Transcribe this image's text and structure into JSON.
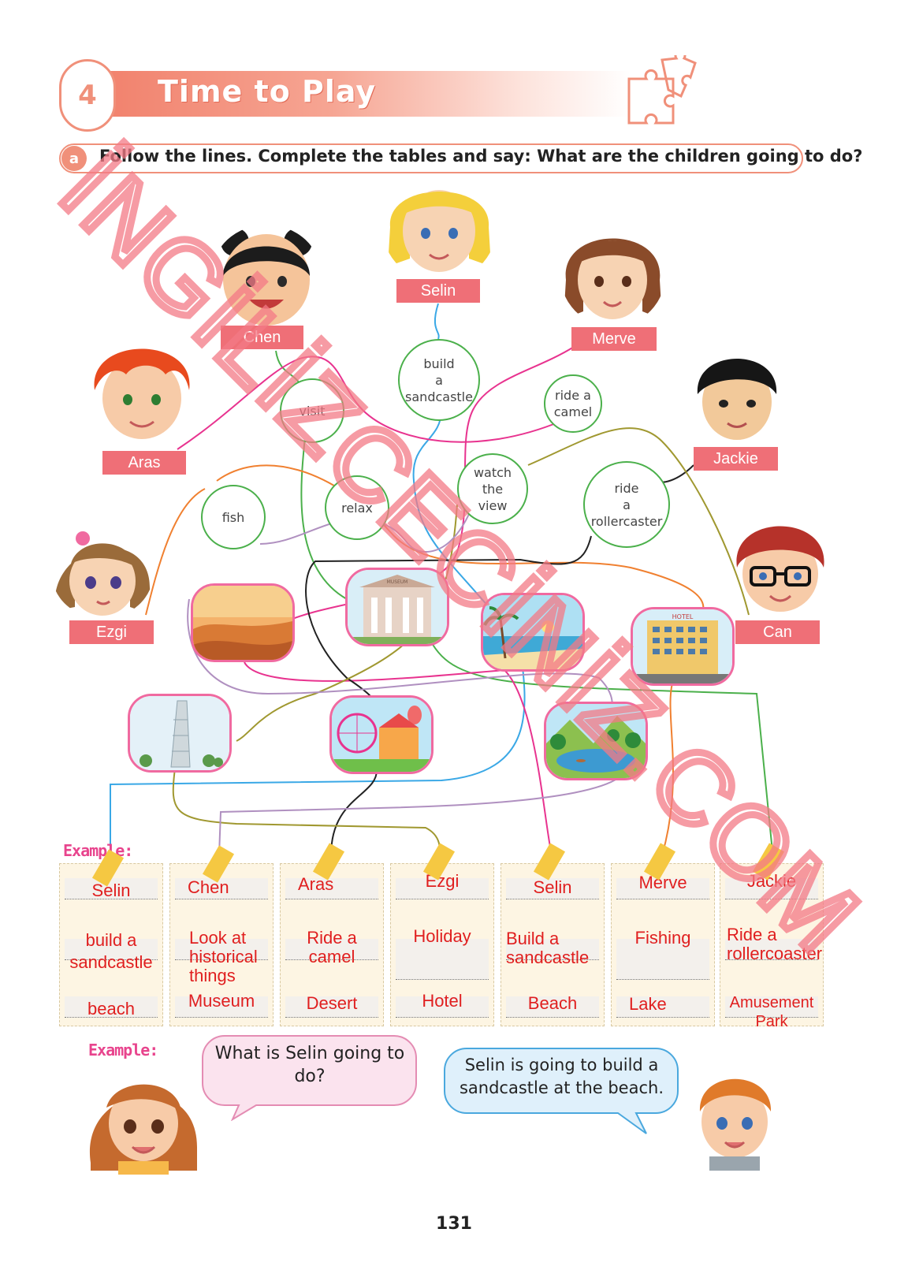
{
  "header": {
    "unit_number": "4",
    "title": "Time to Play"
  },
  "instruction": {
    "letter": "a",
    "text": "Follow the lines. Complete the tables and say: What are the children going to do?"
  },
  "children": [
    {
      "id": "chen",
      "name": "Chen"
    },
    {
      "id": "selin",
      "name": "Selin"
    },
    {
      "id": "merve",
      "name": "Merve"
    },
    {
      "id": "aras",
      "name": "Aras"
    },
    {
      "id": "jackie",
      "name": "Jackie"
    },
    {
      "id": "ezgi",
      "name": "Ezgi"
    },
    {
      "id": "can",
      "name": "Can"
    }
  ],
  "activities": [
    {
      "id": "build",
      "label": "build\na\nsandcastle"
    },
    {
      "id": "visit",
      "label": "visit"
    },
    {
      "id": "camel",
      "label": "ride a\ncamel"
    },
    {
      "id": "watch",
      "label": "watch\nthe\nview"
    },
    {
      "id": "roller",
      "label": "ride\na\nrollercaster"
    },
    {
      "id": "fish",
      "label": "fish"
    },
    {
      "id": "relax",
      "label": "relax"
    }
  ],
  "places": [
    {
      "id": "desert",
      "icon": "desert-image"
    },
    {
      "id": "museum",
      "icon": "museum-image",
      "sign": "MUSEUM"
    },
    {
      "id": "beach",
      "icon": "beach-image"
    },
    {
      "id": "hotel",
      "icon": "hotel-image",
      "sign": "HOTEL"
    },
    {
      "id": "tower",
      "icon": "tower-image"
    },
    {
      "id": "park",
      "icon": "amusement-park-image"
    },
    {
      "id": "lake",
      "icon": "lake-image"
    }
  ],
  "tables": {
    "example_label": "Example:",
    "cards": [
      {
        "name": "Selin",
        "activity": "build a\nsandcastle",
        "place": "beach"
      },
      {
        "name": "Chen",
        "activity": "Look at\nhistorical\nthings",
        "place": "Museum"
      },
      {
        "name": "Aras",
        "activity": "Ride a\ncamel",
        "place": "Desert"
      },
      {
        "name": "Ezgi",
        "activity": "Holiday",
        "place": "Hotel"
      },
      {
        "name": "Selin",
        "activity": "Build a\nsandcastle",
        "place": "Beach"
      },
      {
        "name": "Merve",
        "activity": "Fishing",
        "place": "Lake"
      },
      {
        "name": "Jackie",
        "activity": "Ride a\nrollercoaster",
        "place": "Amusement Park"
      }
    ]
  },
  "dialogue": {
    "example_label": "Example:",
    "question": "What is Selin going to do?",
    "answer": "Selin is going to build a sandcastle at the beach."
  },
  "page_number": "131",
  "watermark": "İNGİLİZCECİNİZ.COM",
  "colors": {
    "accent": "#f0907a",
    "name_tag": "#ef6f77",
    "answer_text": "#e01f1f",
    "bubble_border": "#4bb04b",
    "place_border": "#f06aa0",
    "watermark": "#f47a86"
  }
}
